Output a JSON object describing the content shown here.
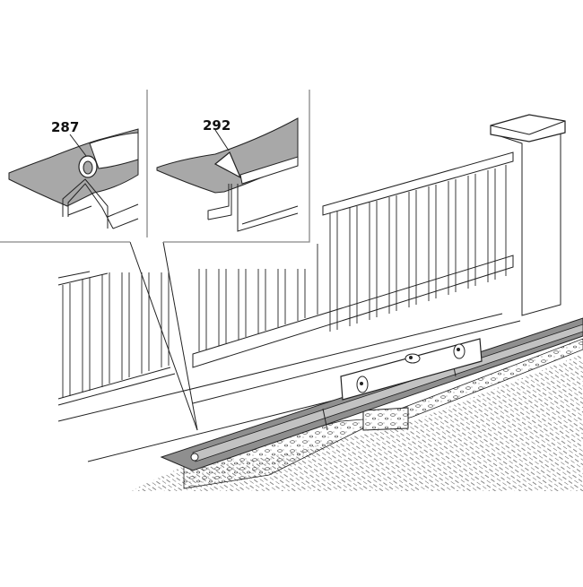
{
  "figure": {
    "description": "Sliding gate bottom seal installation illustration",
    "callouts": [
      {
        "id": "left-inset",
        "label": "287",
        "part": "round bulb seal profile"
      },
      {
        "id": "right-inset",
        "label": "292",
        "part": "triangular lip seal profile"
      }
    ],
    "elements": [
      "gate panel with vertical slats",
      "pillar with cap",
      "spirit level",
      "rubber seal strip",
      "concrete base",
      "soil"
    ],
    "colors": {
      "line": "#1a1a1a",
      "seal_gray": "#8f8f8f",
      "seal_light": "#b8b8b8",
      "frame": "#888888",
      "background": "#ffffff"
    }
  }
}
